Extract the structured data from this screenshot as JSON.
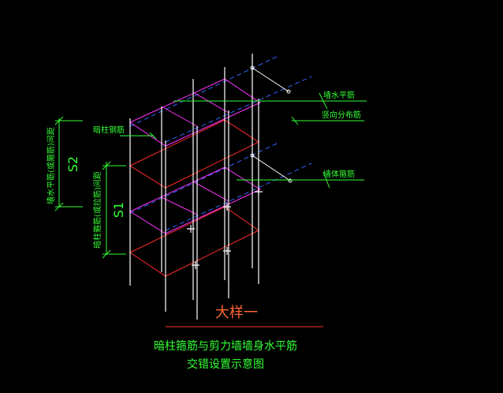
{
  "colors": {
    "background": "#000000",
    "white": "#ffffff",
    "red": "#ff2a2a",
    "magenta": "#ff33ff",
    "blue": "#3366ff",
    "green": "#33ff33",
    "title": "#ff6633",
    "caption": "#33ff33"
  },
  "labels": {
    "hidden_column_rebar": "暗柱钢筋",
    "horizontal_wall_rebar": "墙水平筋",
    "vertical_distribution_rebar": "竖向分布筋",
    "stirrup": "墙体箍筋",
    "dim_s2": "S2",
    "dim_s1": "S1",
    "dim_s2_note": "墙水平筋(或箍筋)间距",
    "dim_s1_note": "暗柱箍筋(或拉筋)间距"
  },
  "title": {
    "main": "大样一",
    "caption_line1": "暗柱箍筋与剪力墙墙身水平筋",
    "caption_line2": "交错设置示意图"
  }
}
